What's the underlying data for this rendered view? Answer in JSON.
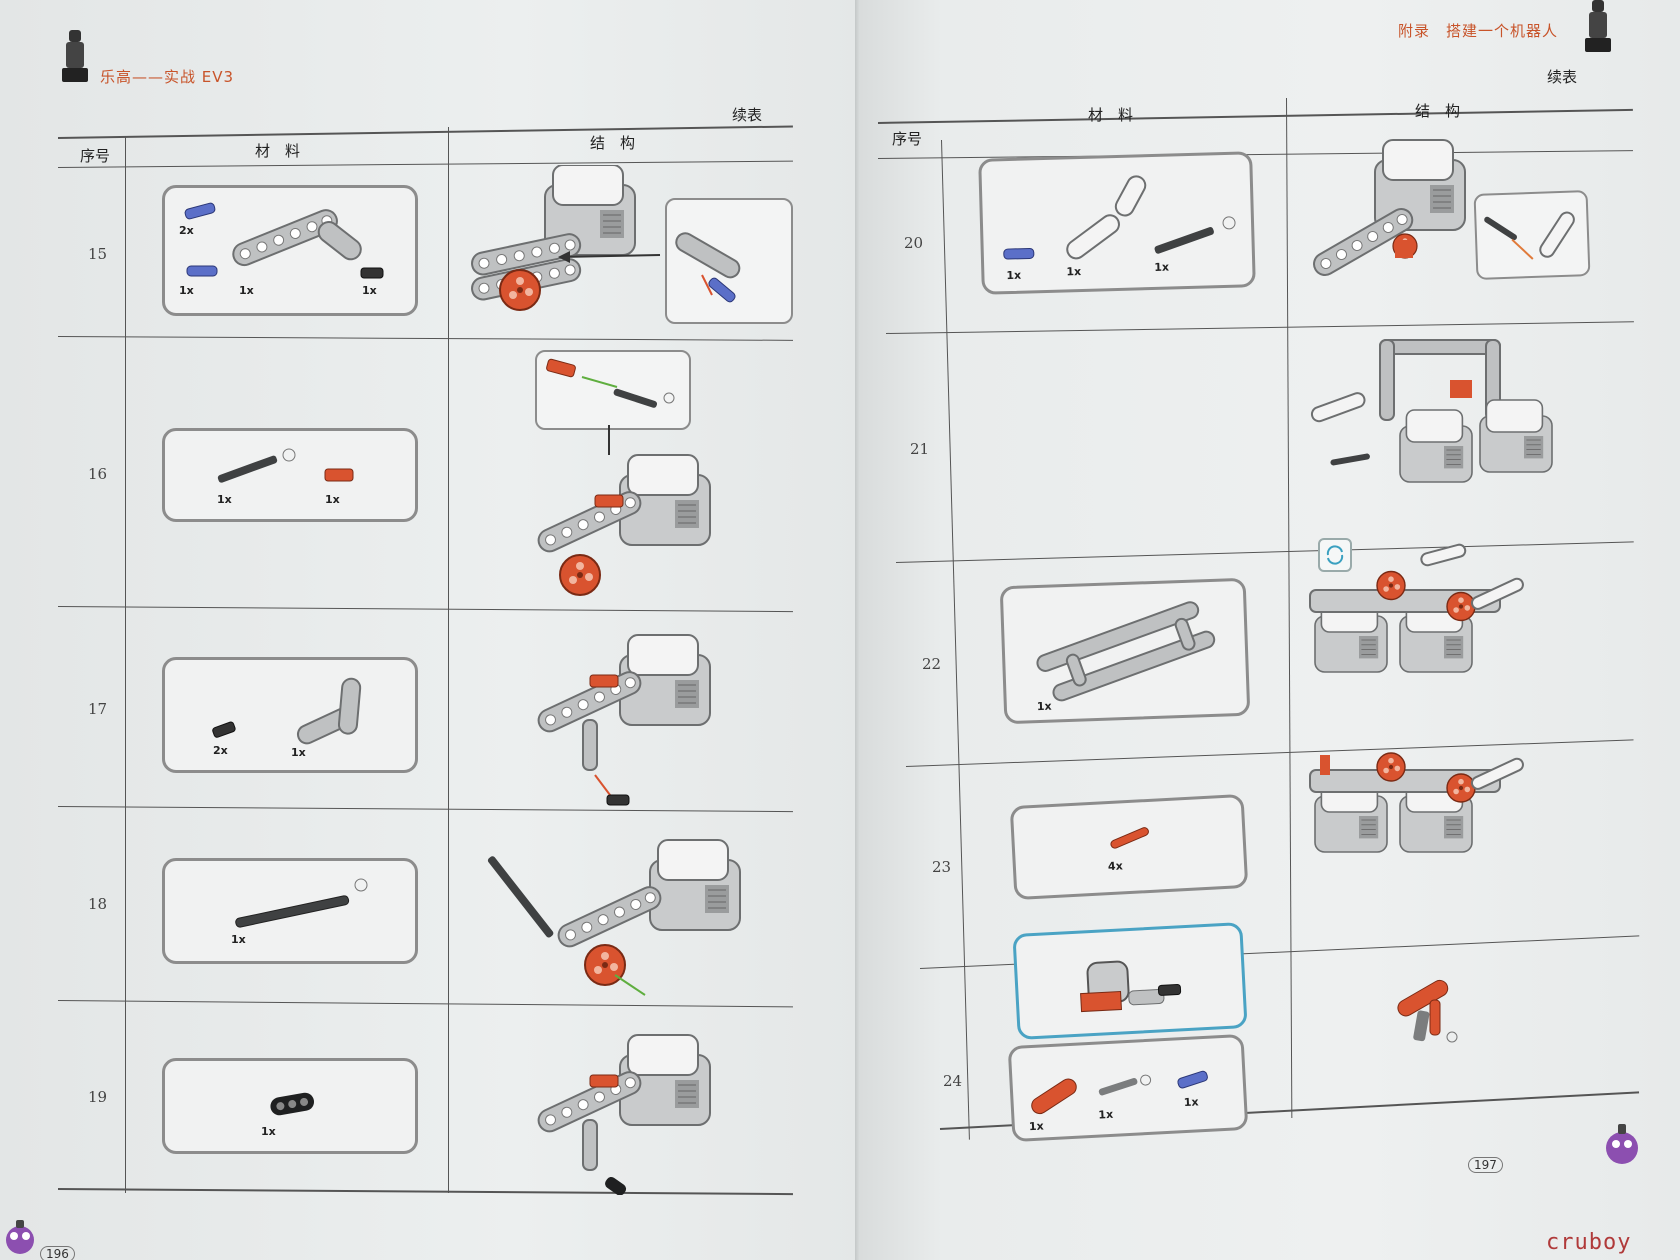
{
  "left_page": {
    "header": "乐高——实战 EV3",
    "continued": "续表",
    "columns": {
      "seq": "序号",
      "material": "材　料",
      "structure": "结　构"
    },
    "page_number": "196",
    "steps": [
      {
        "num": "15",
        "quantities": [
          "2x",
          "1x",
          "1x",
          "1x"
        ]
      },
      {
        "num": "16",
        "quantities": [
          "1x",
          "1x"
        ]
      },
      {
        "num": "17",
        "quantities": [
          "2x",
          "1x"
        ]
      },
      {
        "num": "18",
        "quantities": [
          "1x"
        ]
      },
      {
        "num": "19",
        "quantities": [
          "1x"
        ]
      }
    ]
  },
  "right_page": {
    "header": "附录　搭建一个机器人",
    "continued": "续表",
    "columns": {
      "material": "材　料",
      "structure": "结　构"
    },
    "seq_header": "序号",
    "page_number": "197",
    "steps": [
      {
        "num": "20",
        "quantities": [
          "1x",
          "1x",
          "1x"
        ]
      },
      {
        "num": "21",
        "quantities": []
      },
      {
        "num": "22",
        "quantities": [
          "1x"
        ]
      },
      {
        "num": "23",
        "quantities": [
          "4x"
        ]
      },
      {
        "num": "24",
        "quantities": [
          "1x",
          "1x",
          "1x"
        ]
      }
    ]
  },
  "watermark": "cruboy",
  "colors": {
    "accent_header": "#c8542a",
    "lego_red": "#d9532f",
    "lego_blue": "#5b6fc8",
    "lego_grey": "#b9bcbe",
    "box_border": "#8c8c8c"
  }
}
